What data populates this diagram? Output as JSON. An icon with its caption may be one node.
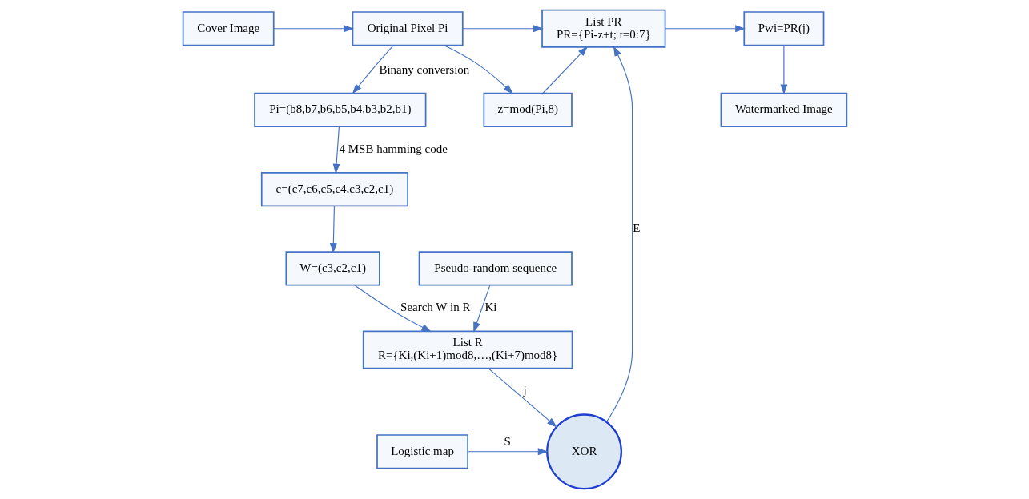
{
  "diagram": {
    "nodes": [
      {
        "text": [
          "Cover Image"
        ]
      },
      {
        "text": [
          "Original Pixel Pi"
        ]
      },
      {
        "text": [
          "z=mod(Pi,8)"
        ]
      },
      {
        "text": [
          "List PR",
          "PR={Pi-z+t; t=0:7}"
        ]
      },
      {
        "text": [
          "Pwi=PR(j)"
        ]
      },
      {
        "text": [
          "Watermarked Image"
        ]
      },
      {
        "text": [
          "Pi=(b8,b7,b6,b5,b4,b3,b2,b1)"
        ]
      },
      {
        "text": [
          "XOR"
        ]
      },
      {
        "text": [
          "Logistic map"
        ]
      },
      {
        "text": [
          "c=(c7,c6,c5,c4,c3,c2,c1)"
        ]
      },
      {
        "text": [
          "List R",
          "R={Ki,(Ki+1)mod8,…,(Ki+7)mod8}"
        ]
      },
      {
        "text": [
          "Pseudo-random sequence"
        ]
      },
      {
        "text": [
          "W=(c3,c2,c1)"
        ]
      }
    ],
    "edges": [
      {
        "from": 0,
        "to": 1,
        "arrow": "to"
      },
      {
        "from": 1,
        "to": 2,
        "arrow": "to"
      },
      {
        "from": 1,
        "to": 3,
        "arrow": "to"
      },
      {
        "from": 2,
        "to": 3,
        "arrow": "to"
      },
      {
        "from": 3,
        "to": 4,
        "arrow": "to"
      },
      {
        "from": 4,
        "to": 5,
        "arrow": "to"
      },
      {
        "from": 1,
        "to": 6,
        "arrow": "to",
        "label": "Binany conversion"
      },
      {
        "from": 6,
        "to": 9,
        "arrow": "to",
        "label": "4 MSB hamming code"
      },
      {
        "from": 9,
        "to": 12,
        "arrow": "to"
      },
      {
        "from": 12,
        "to": 10,
        "arrow": "to",
        "label": "Search W in R"
      },
      {
        "from": 11,
        "to": 10,
        "arrow": "to",
        "label": "Ki"
      },
      {
        "from": 8,
        "to": 7,
        "arrow": "to",
        "label": "S"
      },
      {
        "from": 10,
        "to": 7,
        "arrow": "to",
        "label": "j"
      },
      {
        "from": 7,
        "to": 3,
        "arrow": "to",
        "label": "E"
      }
    ]
  }
}
